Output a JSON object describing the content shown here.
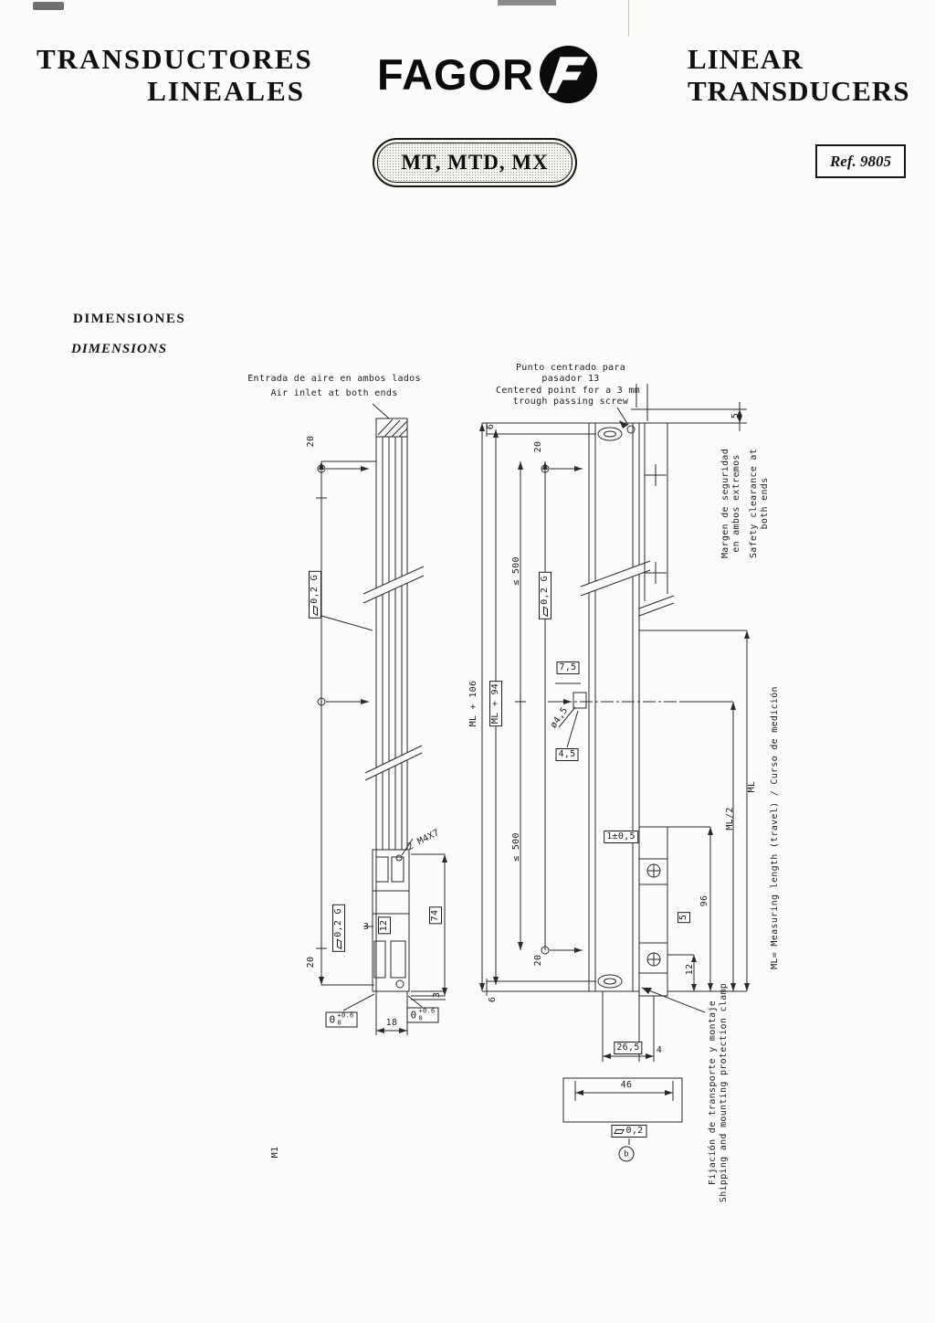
{
  "header": {
    "title_es": [
      "TRANSDUCTORES",
      "LINEALES"
    ],
    "title_en": [
      "LINEAR",
      "TRANSDUCERS"
    ],
    "logo_text": "FAGOR",
    "models_badge": "MT, MTD, MX",
    "ref": "Ref. 9805"
  },
  "section": {
    "heading_es": "DIMENSIONES",
    "heading_en": "DIMENSIONS"
  },
  "drawing": {
    "annotations": {
      "air_inlet_es": "Entrada de aire en ambos lados",
      "air_inlet_en": "Air inlet at both ends",
      "centered_point_es1": "Punto centrado para",
      "centered_point_es2": "pasador 13",
      "centered_point_en1": "Centered point for a 3 mm",
      "centered_point_en2": "trough passing screw",
      "safety_es1": "Margen de seguridad",
      "safety_es2": "en ambos extremos",
      "safety_en1": "Safety clearance at",
      "safety_en2": "both ends",
      "ml_legend": "ML= Measuring length (travel) / Curso de medición",
      "clamp_es": "Fijación de transporte y montaje",
      "clamp_en": "Shipping and mounting protection clamp",
      "view_label": "M1"
    },
    "dims": {
      "d20": "20",
      "d6": "6",
      "d5": "5",
      "d3": "3",
      "d4": "4",
      "d12": "12",
      "d18": "18",
      "d26_5": "26,5",
      "d46": "46",
      "d74": "74",
      "d96": "96",
      "le500": "≤ 500",
      "ml_plus_106": "ML + 106",
      "ml_plus_94": "ML + 94",
      "ml": "ML",
      "ml_half": "ML/2",
      "d7_5": "7,5",
      "phi_4_5": "ø4,5",
      "d4_5": "4,5",
      "d1_tol": "1±0,5",
      "screws": "2 M4X7",
      "flatness_02g": "0,2 G",
      "flatness_02": "0,2",
      "tol_nominal": "0",
      "tol_upper": "+0.6",
      "tol_lower": "0",
      "datum_b": "b"
    }
  }
}
